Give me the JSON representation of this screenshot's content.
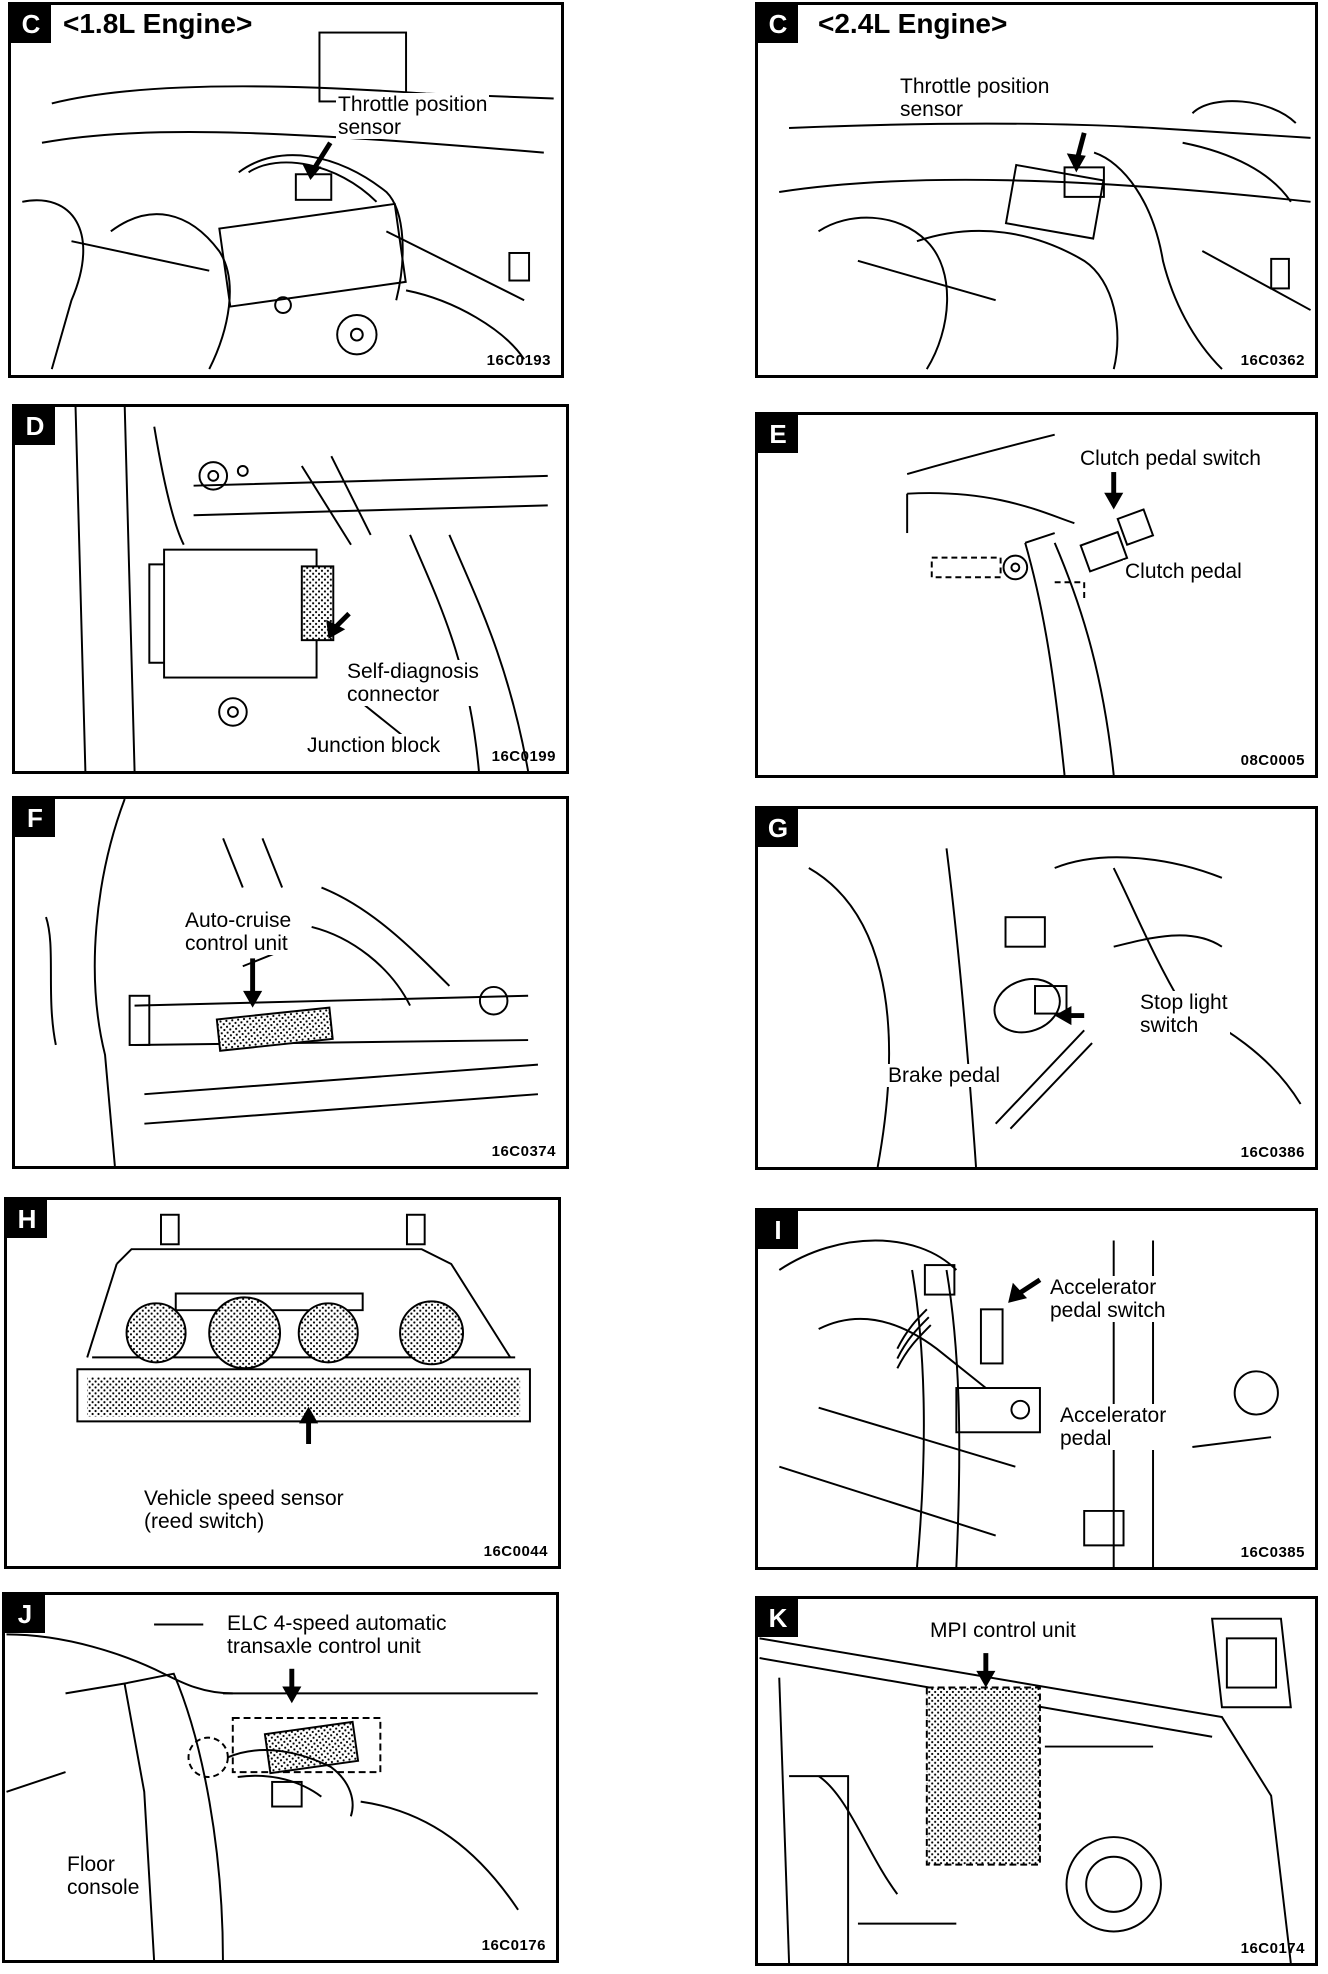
{
  "panels": {
    "c18": {
      "letter": "C",
      "heading": "<1.8L Engine>",
      "labels": [
        "Throttle position\nsensor"
      ],
      "code": "16C0193"
    },
    "c24": {
      "letter": "C",
      "heading": "<2.4L Engine>",
      "labels": [
        "Throttle position\nsensor"
      ],
      "code": "16C0362"
    },
    "d": {
      "letter": "D",
      "labels": [
        "Self-diagnosis\nconnector",
        "Junction block"
      ],
      "code": "16C0199"
    },
    "e": {
      "letter": "E",
      "labels": [
        "Clutch pedal switch",
        "Clutch pedal"
      ],
      "code": "08C0005"
    },
    "f": {
      "letter": "F",
      "labels": [
        "Auto-cruise\ncontrol unit"
      ],
      "code": "16C0374"
    },
    "g": {
      "letter": "G",
      "labels": [
        "Stop  light\nswitch",
        "Brake pedal"
      ],
      "code": "16C0386"
    },
    "h": {
      "letter": "H",
      "labels": [
        "Vehicle speed sensor\n(reed switch)"
      ],
      "code": "16C0044"
    },
    "i": {
      "letter": "I",
      "labels": [
        "Accelerator\npedal switch",
        "Accelerator\npedal"
      ],
      "code": "16C0385"
    },
    "j": {
      "letter": "J",
      "labels": [
        "ELC 4-speed automatic\ntransaxle control unit",
        "Floor\nconsole"
      ],
      "code": "16C0176"
    },
    "k": {
      "letter": "K",
      "labels": [
        "MPI control unit"
      ],
      "code": "16C0174"
    }
  }
}
